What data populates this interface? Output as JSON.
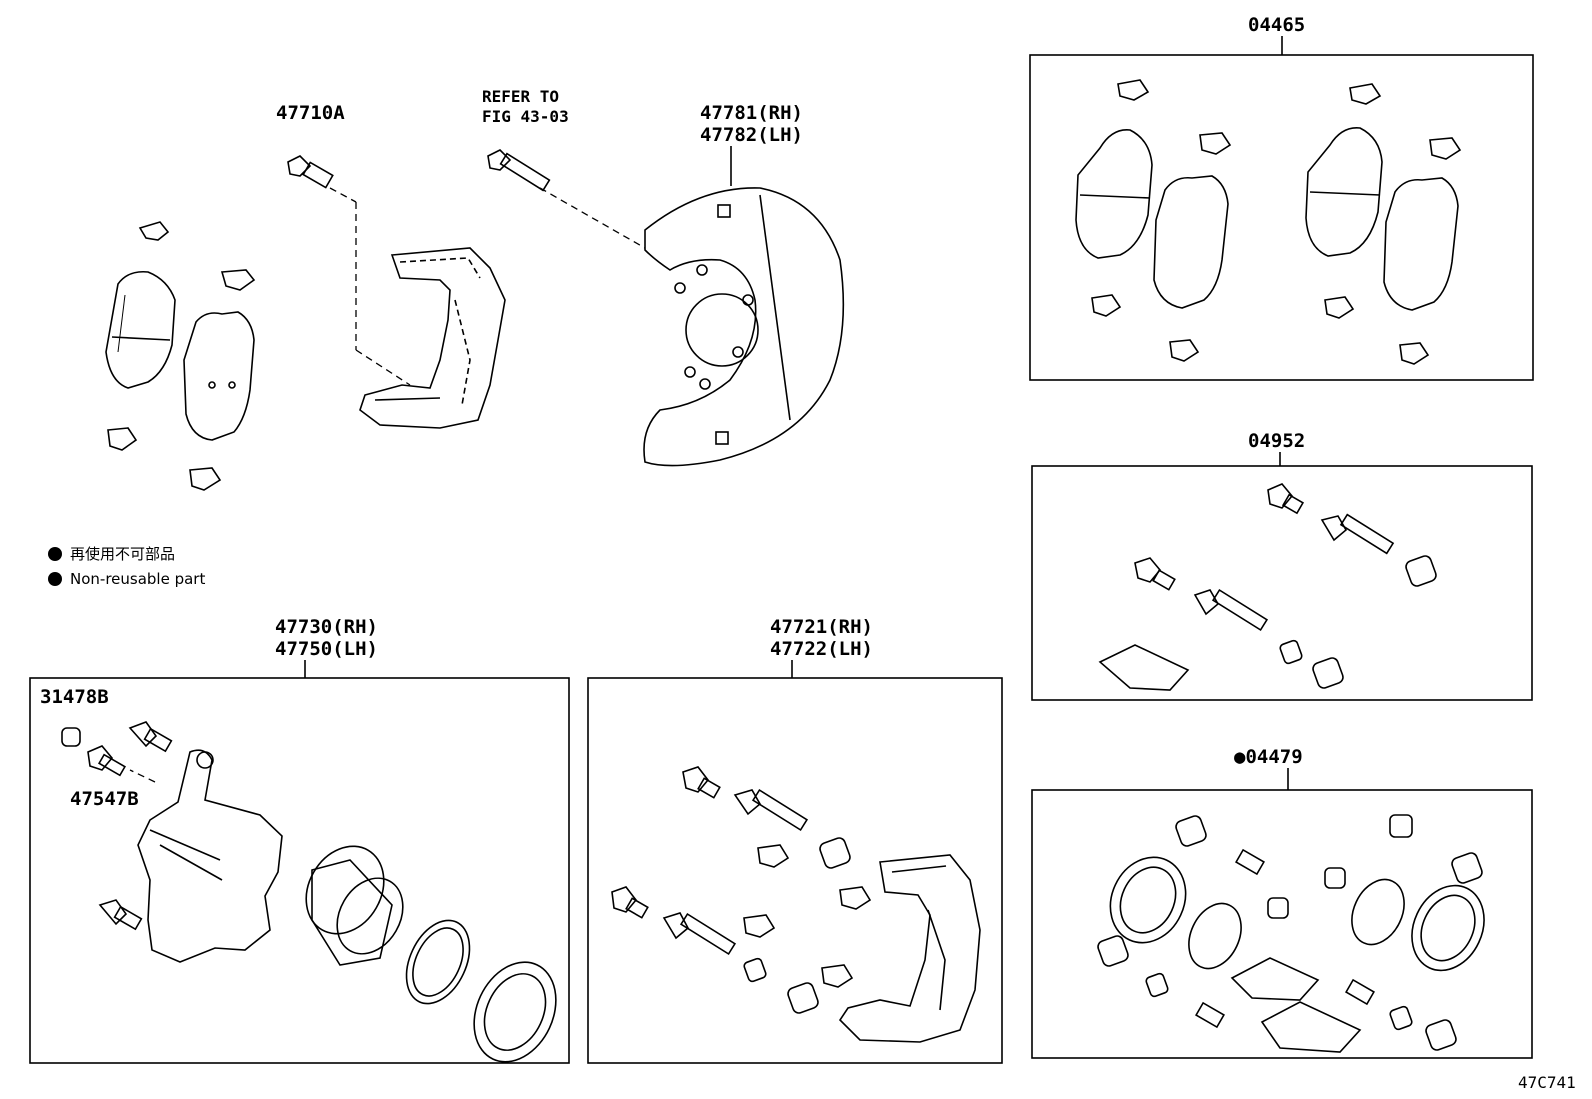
{
  "diagram_id": "47C741",
  "legend": {
    "japanese": "再使用不可部品",
    "english": "Non-reusable part"
  },
  "part_numbers": {
    "pad_kit_group": "04465",
    "bolt_kit": "04952",
    "seal_kit": "●04479",
    "slide_bolt": "47710A",
    "refer_line1": "REFER TO",
    "refer_line2": "FIG 43-03",
    "dust_cover_rh": "47781(RH)",
    "dust_cover_lh": "47782(LH)",
    "cylinder_rh": "47730(RH)",
    "cylinder_lh": "47750(LH)",
    "cap": "31478B",
    "bleeder_plug": "47547B",
    "mounting_rh": "47721(RH)",
    "mounting_lh": "47722(LH)"
  }
}
